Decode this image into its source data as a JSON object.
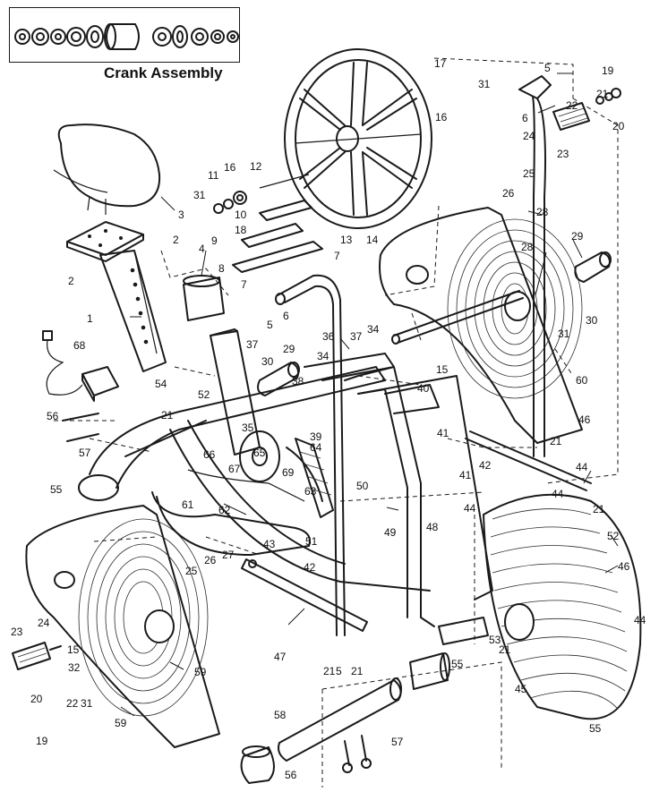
{
  "inset": {
    "title": "Crank Assembly"
  },
  "labels": [
    "1",
    "2",
    "2",
    "3",
    "4",
    "5",
    "5",
    "5",
    "6",
    "6",
    "7",
    "7",
    "8",
    "9",
    "10",
    "11",
    "12",
    "13",
    "14",
    "15",
    "15",
    "16",
    "16",
    "17",
    "18",
    "19",
    "19",
    "20",
    "20",
    "21",
    "21",
    "21",
    "21",
    "21",
    "21",
    "21",
    "22",
    "22",
    "23",
    "23",
    "24",
    "24",
    "25",
    "25",
    "26",
    "26",
    "27",
    "28",
    "28",
    "29",
    "29",
    "30",
    "30",
    "31",
    "31",
    "31",
    "31",
    "32",
    "34",
    "34",
    "35",
    "36",
    "37",
    "37",
    "38",
    "39",
    "40",
    "41",
    "41",
    "42",
    "42",
    "43",
    "44",
    "44",
    "44",
    "44",
    "45",
    "46",
    "46",
    "47",
    "48",
    "49",
    "50",
    "51",
    "52",
    "52",
    "53",
    "54",
    "55",
    "55",
    "55",
    "56",
    "56",
    "57",
    "57",
    "58",
    "59",
    "59",
    "60",
    "61",
    "62",
    "63",
    "64",
    "65",
    "66",
    "67",
    "68",
    "69"
  ]
}
